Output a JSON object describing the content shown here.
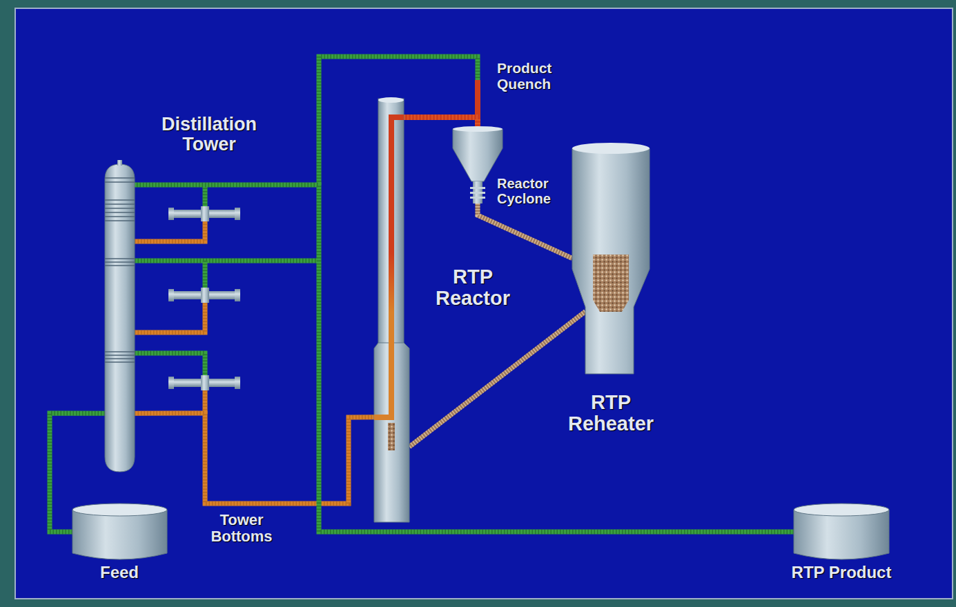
{
  "diagram": {
    "nodes": [
      {
        "text": [
          "Distillation Tower"
        ]
      },
      {
        "text": [
          "Feed"
        ]
      },
      {
        "text": [
          "RTP Reactor"
        ]
      },
      {
        "text": [
          "Reactor Cyclone"
        ]
      },
      {
        "text": [
          "RTP Reheater"
        ]
      },
      {
        "text": [
          "RTP Product"
        ]
      }
    ],
    "edges": [
      {
        "from": 1,
        "to": 0,
        "arrow": "none"
      },
      {
        "from": 0,
        "to": 2,
        "arrow": "none"
      },
      {
        "from": 2,
        "to": 3,
        "arrow": "none"
      },
      {
        "from": 3,
        "to": 4,
        "arrow": "none"
      },
      {
        "from": 4,
        "to": 2,
        "arrow": "none"
      },
      {
        "from": 5,
        "to": 0,
        "arrow": "none"
      }
    ],
    "labels": [
      "Product Quench",
      "Tower Bottoms"
    ]
  }
}
